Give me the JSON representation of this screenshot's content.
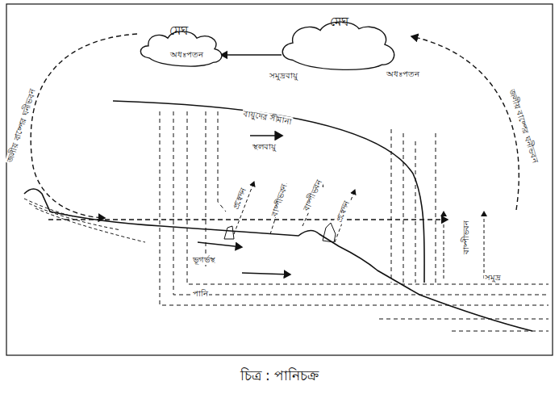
{
  "diagram": {
    "caption": "চিত্র : পানিচক্র",
    "nodes": [
      {
        "text": [
          "মেঘ"
        ]
      },
      {
        "text": [
          "মেঘ"
        ]
      }
    ],
    "edges": [
      {
        "from": 1,
        "to": 0,
        "label": "সমুদ্রবায়ু",
        "arrow": "to"
      }
    ],
    "labels": [
      "অধঃপতন",
      "অধঃপতন",
      "বায়ুদের সীমানা",
      "স্থলবায়ু",
      "জলীয় বাষ্পের ঘনীভবন",
      "জলীয় বাষ্পের ঘনীভবন",
      "প্রস্বেদন",
      "বাষ্পীভবন",
      "বাষ্পীভবন",
      "প্রস্বেদন",
      "বাষ্পীভবন",
      "ভূগর্ভস্থ",
      "পানি",
      "সমুদ্র"
    ]
  }
}
